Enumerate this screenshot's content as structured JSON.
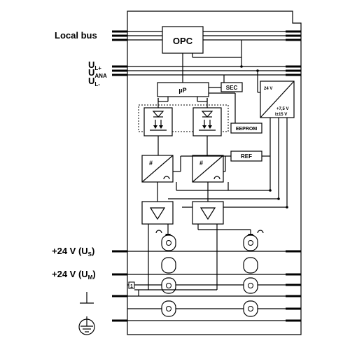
{
  "left_labels": {
    "local_bus": "Local bus",
    "ul_plus_main": "U",
    "ul_plus_sub": "L+",
    "uana_main": "U",
    "uana_sub": "ANA",
    "ul_minus_main": "U",
    "ul_minus_sub": "L-",
    "us_prefix": "+24 V (U",
    "us_sub": "S",
    "us_suffix": ")",
    "um_prefix": "+24 V (U",
    "um_sub": "M",
    "um_suffix": ")"
  },
  "blocks": {
    "opc": "OPC",
    "up": "µP",
    "sec": "SEC",
    "eeprom": "EEPROM",
    "ref": "REF",
    "psu_in": "24 V",
    "psu_out1": "+7,5 V",
    "psu_out2": "I±15 V",
    "converter1": "#",
    "converter2": "#",
    "badge": "1"
  },
  "icons": {
    "ground": "ground-icon",
    "protective_earth": "protective-earth-icon",
    "optocoupler": "optocoupler-icon",
    "amplifier": "amplifier-triangle-icon",
    "terminal": "terminal-point-icon"
  }
}
